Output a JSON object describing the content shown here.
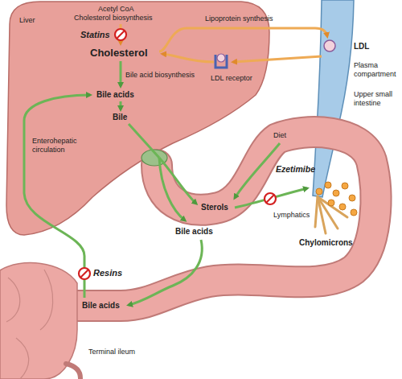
{
  "diagram": {
    "labels": [
      "Liver",
      "Acetyl CoA",
      "Cholesterol biosynthesis",
      "Lipoprotein synthesis",
      "Statins",
      "Cholesterol",
      "LDL receptor",
      "LDL",
      "Plasma compartment",
      "Bile acid biosynthesis",
      "Bile acids",
      "Bile",
      "Enterohepatic circulation",
      "Upper small intestine",
      "Diet",
      "Lymphatics",
      "Sterols",
      "Ezetimibe",
      "Chylomicrons",
      "Bile acids",
      "Resins",
      "Bile acids",
      "Terminal ileum"
    ]
  }
}
